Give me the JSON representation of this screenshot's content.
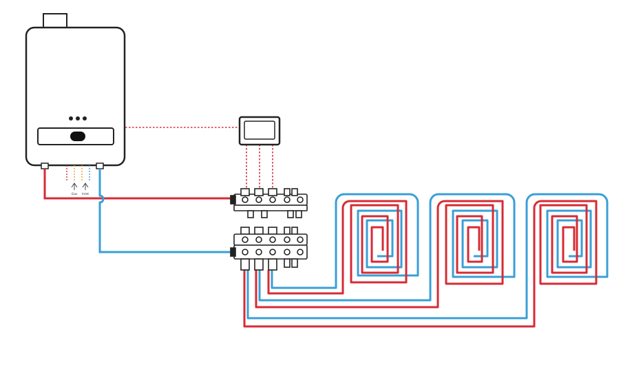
{
  "diagram": {
    "components": [
      {
        "id": "boiler",
        "icon": "wall-boiler-icon"
      },
      {
        "id": "thermostat",
        "icon": "room-thermostat-icon"
      },
      {
        "id": "manifold",
        "icon": "manifold-icon"
      },
      {
        "id": "loop-1",
        "icon": "spiral-loop-icon"
      },
      {
        "id": "loop-2",
        "icon": "spiral-loop-icon"
      },
      {
        "id": "loop-3",
        "icon": "spiral-loop-icon"
      }
    ],
    "boiler_port_labels": [
      "Gas",
      "Inlet"
    ],
    "colors": {
      "supply": "#d62b34",
      "return": "#3a9fd6",
      "control_wire": "#d62b34",
      "outline": "#222222",
      "gas_line": "#f0a030"
    }
  }
}
